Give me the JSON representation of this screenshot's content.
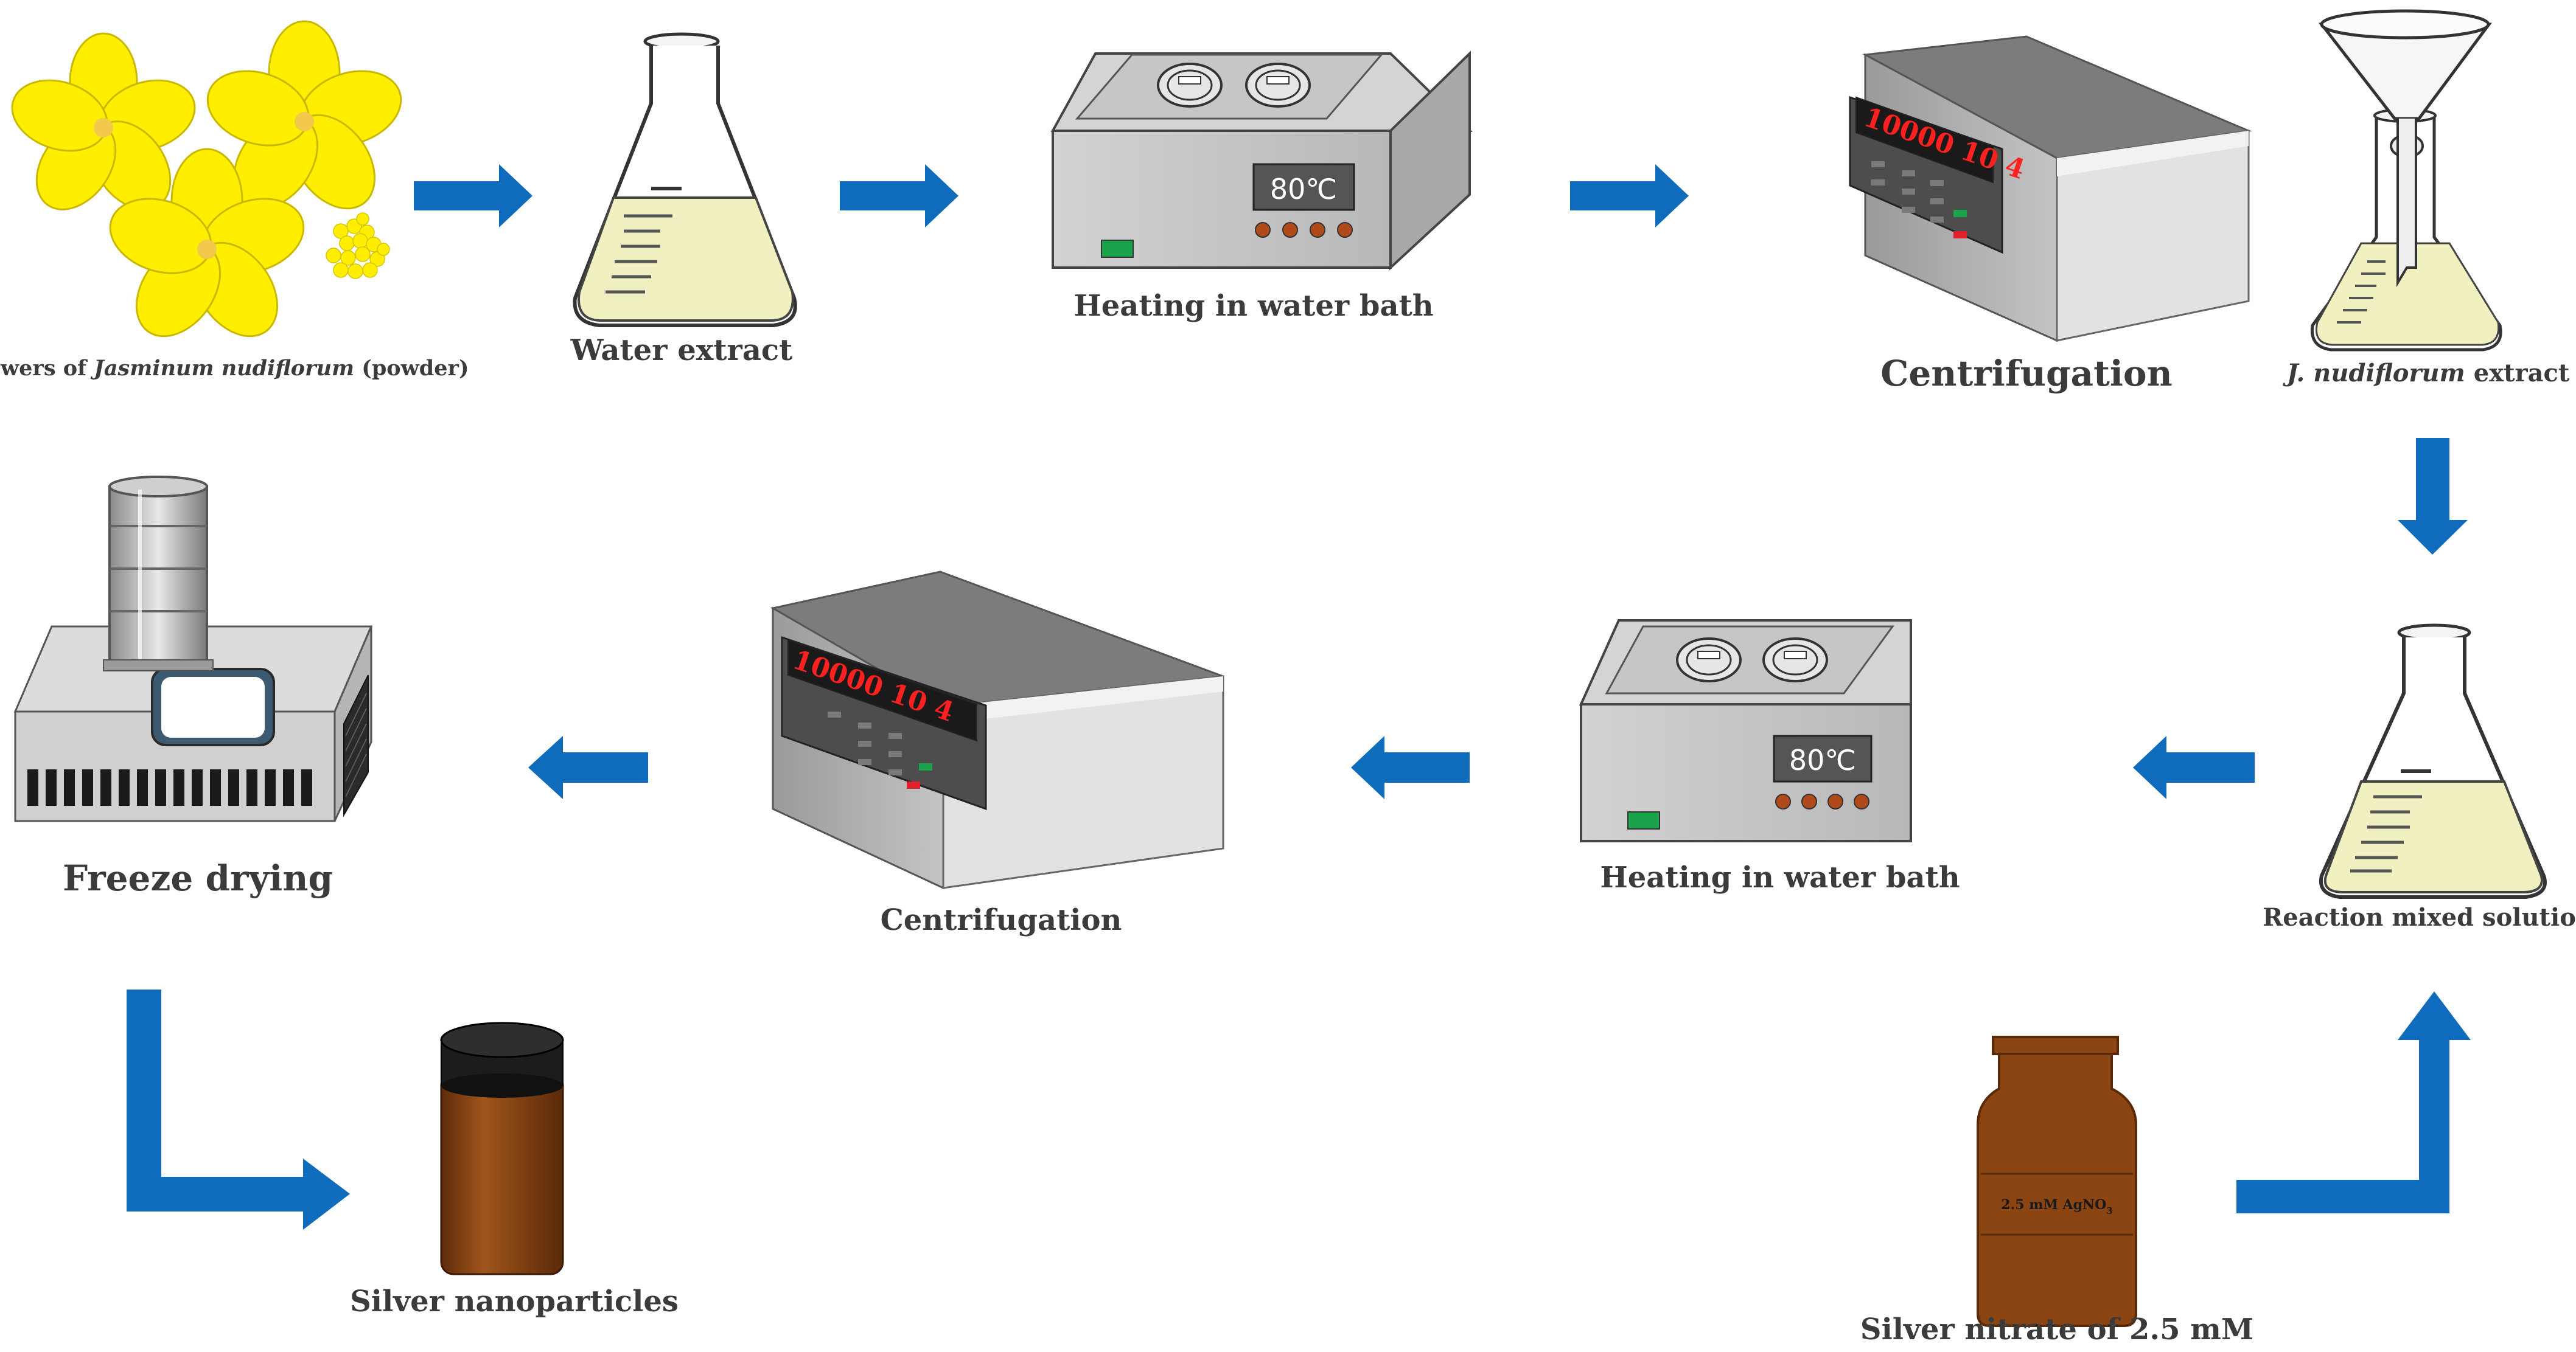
{
  "colors": {
    "arrow": "#0f6cbd",
    "flower": "#ffee00",
    "liquid": "#f0f0c0",
    "device_body": "#c8c8c8",
    "display_text_red": "#ff2020",
    "bottle_brown": "#8b4513"
  },
  "steps": {
    "flowers": {
      "label_prefix": "Flowers of ",
      "label_italic": "Jasminum nudiflorum",
      "label_suffix": " (powder)",
      "icon": "flower-icon"
    },
    "water_extract": {
      "label": "Water extract",
      "icon": "erlenmeyer-flask-icon"
    },
    "heating_1": {
      "label": "Heating in water bath",
      "display": "80℃",
      "icon": "water-bath-icon"
    },
    "centrifugation_1": {
      "label": "Centrifugation",
      "display": "10000  10  4",
      "icon": "centrifuge-icon"
    },
    "extract": {
      "label_italic": "J. nudiflorum",
      "label_suffix": " extract",
      "icon": "filter-funnel-flask-icon"
    },
    "reaction": {
      "label": "Reaction mixed solution",
      "icon": "erlenmeyer-flask-icon"
    },
    "silver_nitrate": {
      "label": "Silver nitrate of 2.5 mM",
      "bottle_label_main": "2.5 mM AgNO",
      "bottle_label_sub": "3",
      "icon": "reagent-bottle-icon"
    },
    "heating_2": {
      "label": "Heating in water bath",
      "display": "80℃",
      "icon": "water-bath-icon"
    },
    "centrifugation_2": {
      "label": "Centrifugation",
      "display": "10000  10  4",
      "icon": "centrifuge-icon"
    },
    "freeze_drying": {
      "label": "Freeze drying",
      "icon": "freeze-dryer-icon"
    },
    "nanoparticles": {
      "label": "Silver nanoparticles",
      "icon": "sample-jar-icon"
    }
  }
}
